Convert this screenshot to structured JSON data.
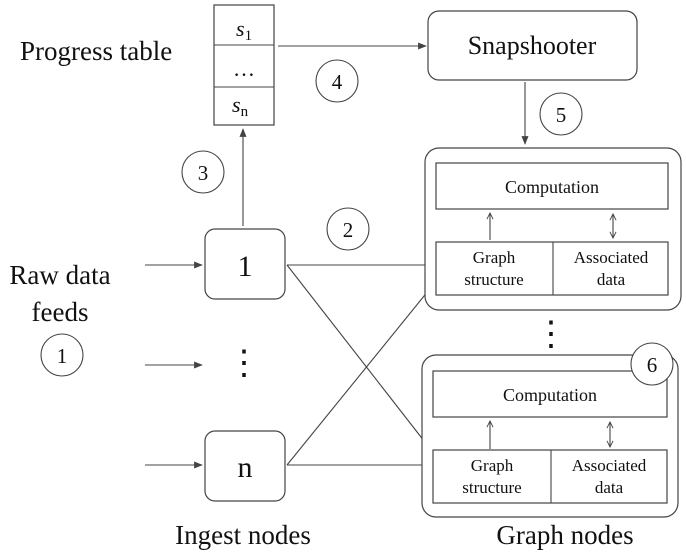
{
  "labels": {
    "progress_table": "Progress table",
    "snapshooter": "Snapshooter",
    "raw_data_feeds_line1": "Raw data",
    "raw_data_feeds_line2": "feeds",
    "ingest_nodes": "Ingest nodes",
    "graph_nodes": "Graph nodes",
    "ellipsis_vertical": "⋮",
    "table_ellipsis": "…"
  },
  "progress_table": {
    "rows": [
      {
        "base": "s",
        "sub": "1"
      },
      {
        "base": "s",
        "sub": "n"
      }
    ]
  },
  "ingest_nodes": [
    {
      "label": "1"
    },
    {
      "label": "n"
    }
  ],
  "graph_nodes": [
    {
      "computation": "Computation",
      "structure_line1": "Graph",
      "structure_line2": "structure",
      "data_line1": "Associated",
      "data_line2": "data"
    },
    {
      "computation": "Computation",
      "structure_line1": "Graph",
      "structure_line2": "structure",
      "data_line1": "Associated",
      "data_line2": "data"
    }
  ],
  "steps": [
    "1",
    "2",
    "3",
    "4",
    "5",
    "6"
  ]
}
